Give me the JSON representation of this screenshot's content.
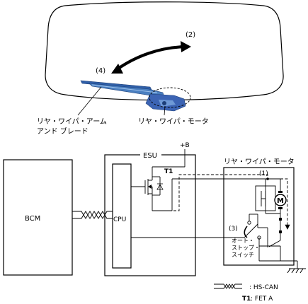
{
  "illustration": {
    "arrow_2_label": "(2)",
    "arrow_4_label": "(4)",
    "arm_callout_line1": "リヤ・ワイパ・アーム",
    "arm_callout_line2": "アンド ブレード",
    "motor_callout": "リヤ・ワイパ・モータ",
    "colors": {
      "wiper_arm": "#4a7fc0",
      "motor_housing": "#3c64b4"
    }
  },
  "circuit": {
    "bcm_label": "BCM",
    "esu_label": "ESU",
    "cpu_label": "CPU",
    "plus_b_label": "+B",
    "t1_label": "T1",
    "motor_unit_label": "リヤ・ワイパ・モータ",
    "motor_symbol": "M",
    "point_1_label": "(1)",
    "point_3_label": "(3)",
    "auto_stop_line1": "オート・",
    "auto_stop_line2": "ストップ・",
    "auto_stop_line3": "スイッチ"
  },
  "legend": {
    "hs_can_text": ": HS-CAN",
    "t1_key": "T1",
    "t1_text": ": FET A"
  }
}
